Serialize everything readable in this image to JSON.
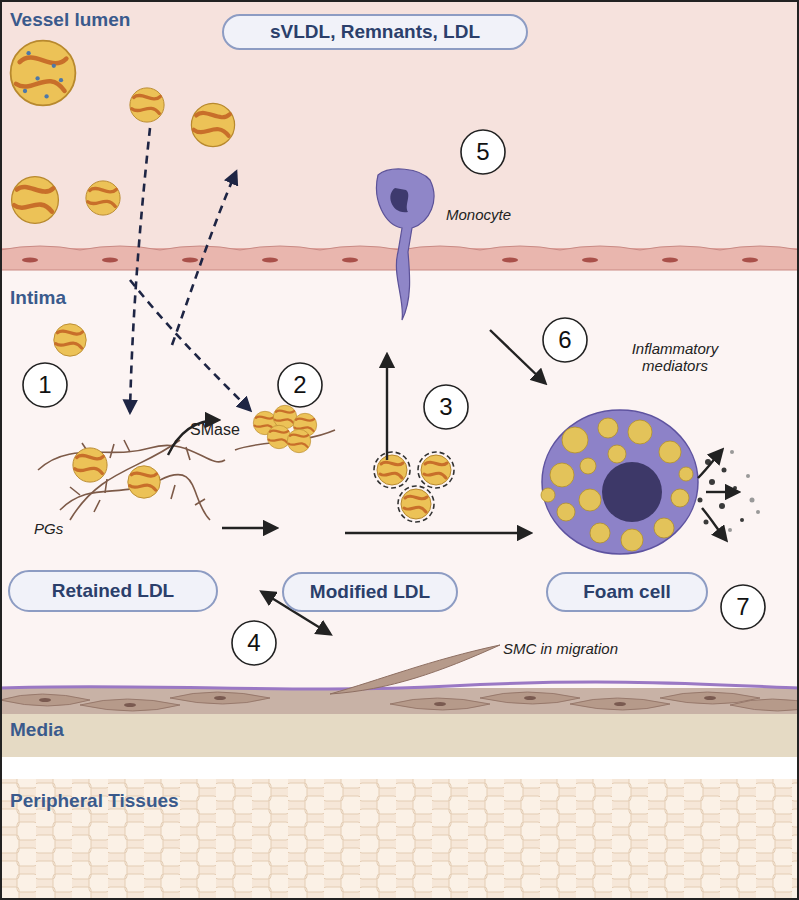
{
  "diagram": {
    "nodes": [
      {
        "text": [
          "sVLDL, Remnants, LDL"
        ]
      },
      {
        "text": [
          "5"
        ]
      },
      {
        "text": [
          "6"
        ]
      },
      {
        "text": [
          "1"
        ]
      },
      {
        "text": [
          "2"
        ]
      },
      {
        "text": [
          "3"
        ]
      },
      {
        "text": [
          "Retained LDL"
        ]
      },
      {
        "text": [
          "Modified LDL"
        ]
      },
      {
        "text": [
          "Foam cell"
        ]
      },
      {
        "text": [
          "7"
        ]
      },
      {
        "text": [
          "4"
        ]
      }
    ],
    "labels": [
      "Vessel lumen",
      "Monocyte",
      "Intima",
      "Inflammatory mediators",
      "SMase",
      "PGs",
      "SMC in migration",
      "Media",
      "Peripheral Tissues"
    ]
  }
}
